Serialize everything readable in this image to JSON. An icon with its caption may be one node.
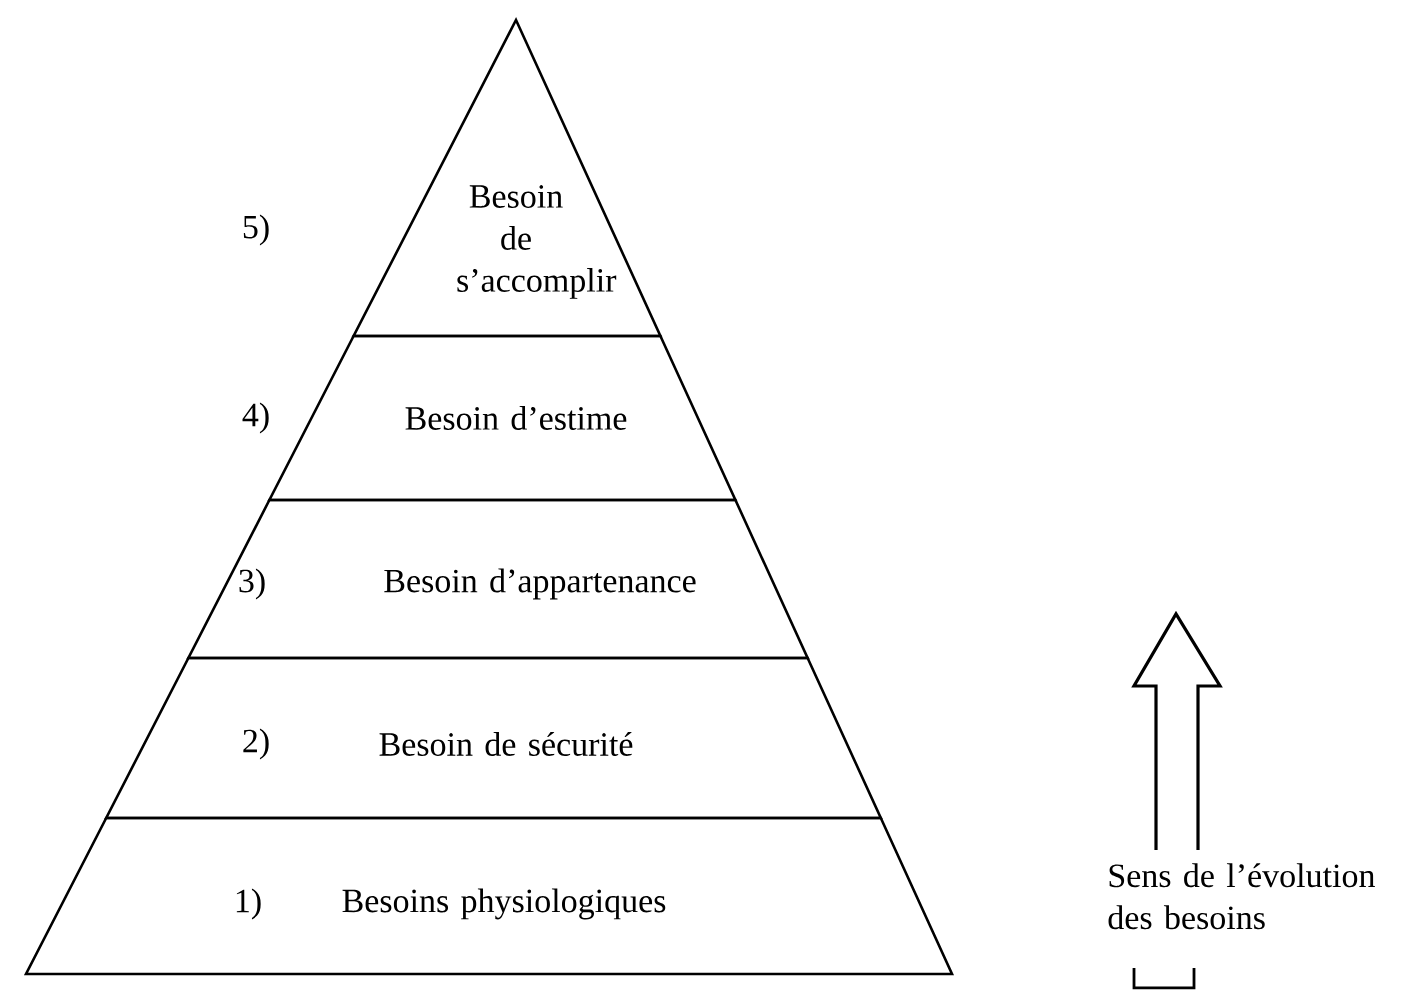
{
  "diagram": {
    "nodes": [
      {
        "text": [
          "5)",
          "Besoin de s’accomplir"
        ]
      },
      {
        "text": [
          "4)",
          "Besoin d’estime"
        ]
      },
      {
        "text": [
          "3)",
          "Besoin d’appartenance"
        ]
      },
      {
        "text": [
          "2)",
          "Besoin de sécurité"
        ]
      },
      {
        "text": [
          "1)",
          "Besoins physiologiques"
        ]
      }
    ],
    "labels": [
      "Sens de l’évolution des besoins"
    ]
  }
}
